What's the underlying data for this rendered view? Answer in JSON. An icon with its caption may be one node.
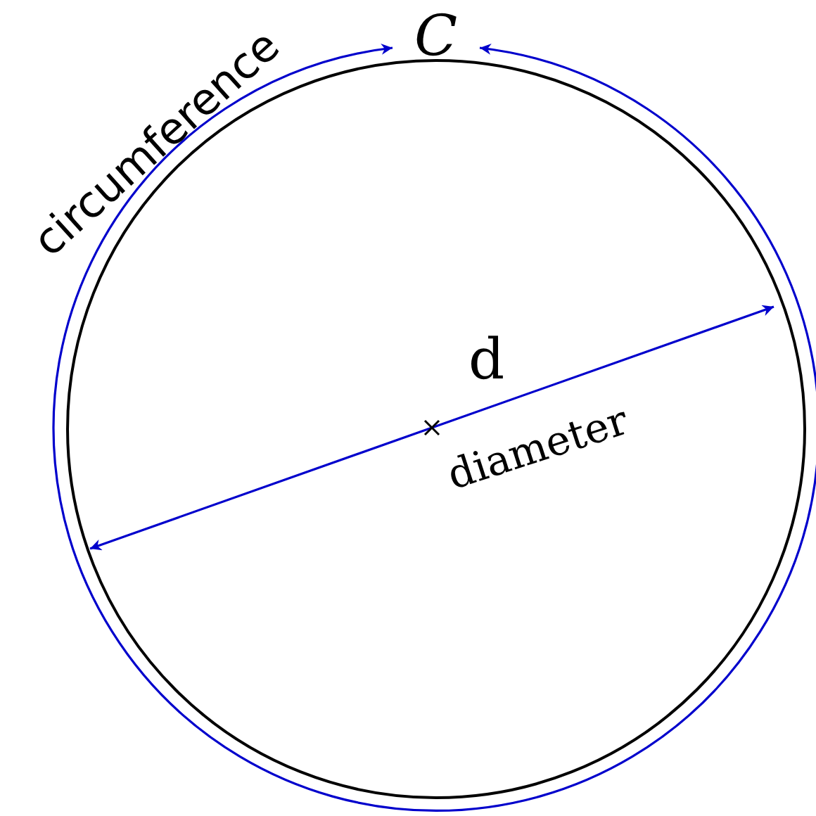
{
  "diagram": {
    "labels": [
      "circumference",
      "C",
      "d",
      "diameter"
    ]
  }
}
